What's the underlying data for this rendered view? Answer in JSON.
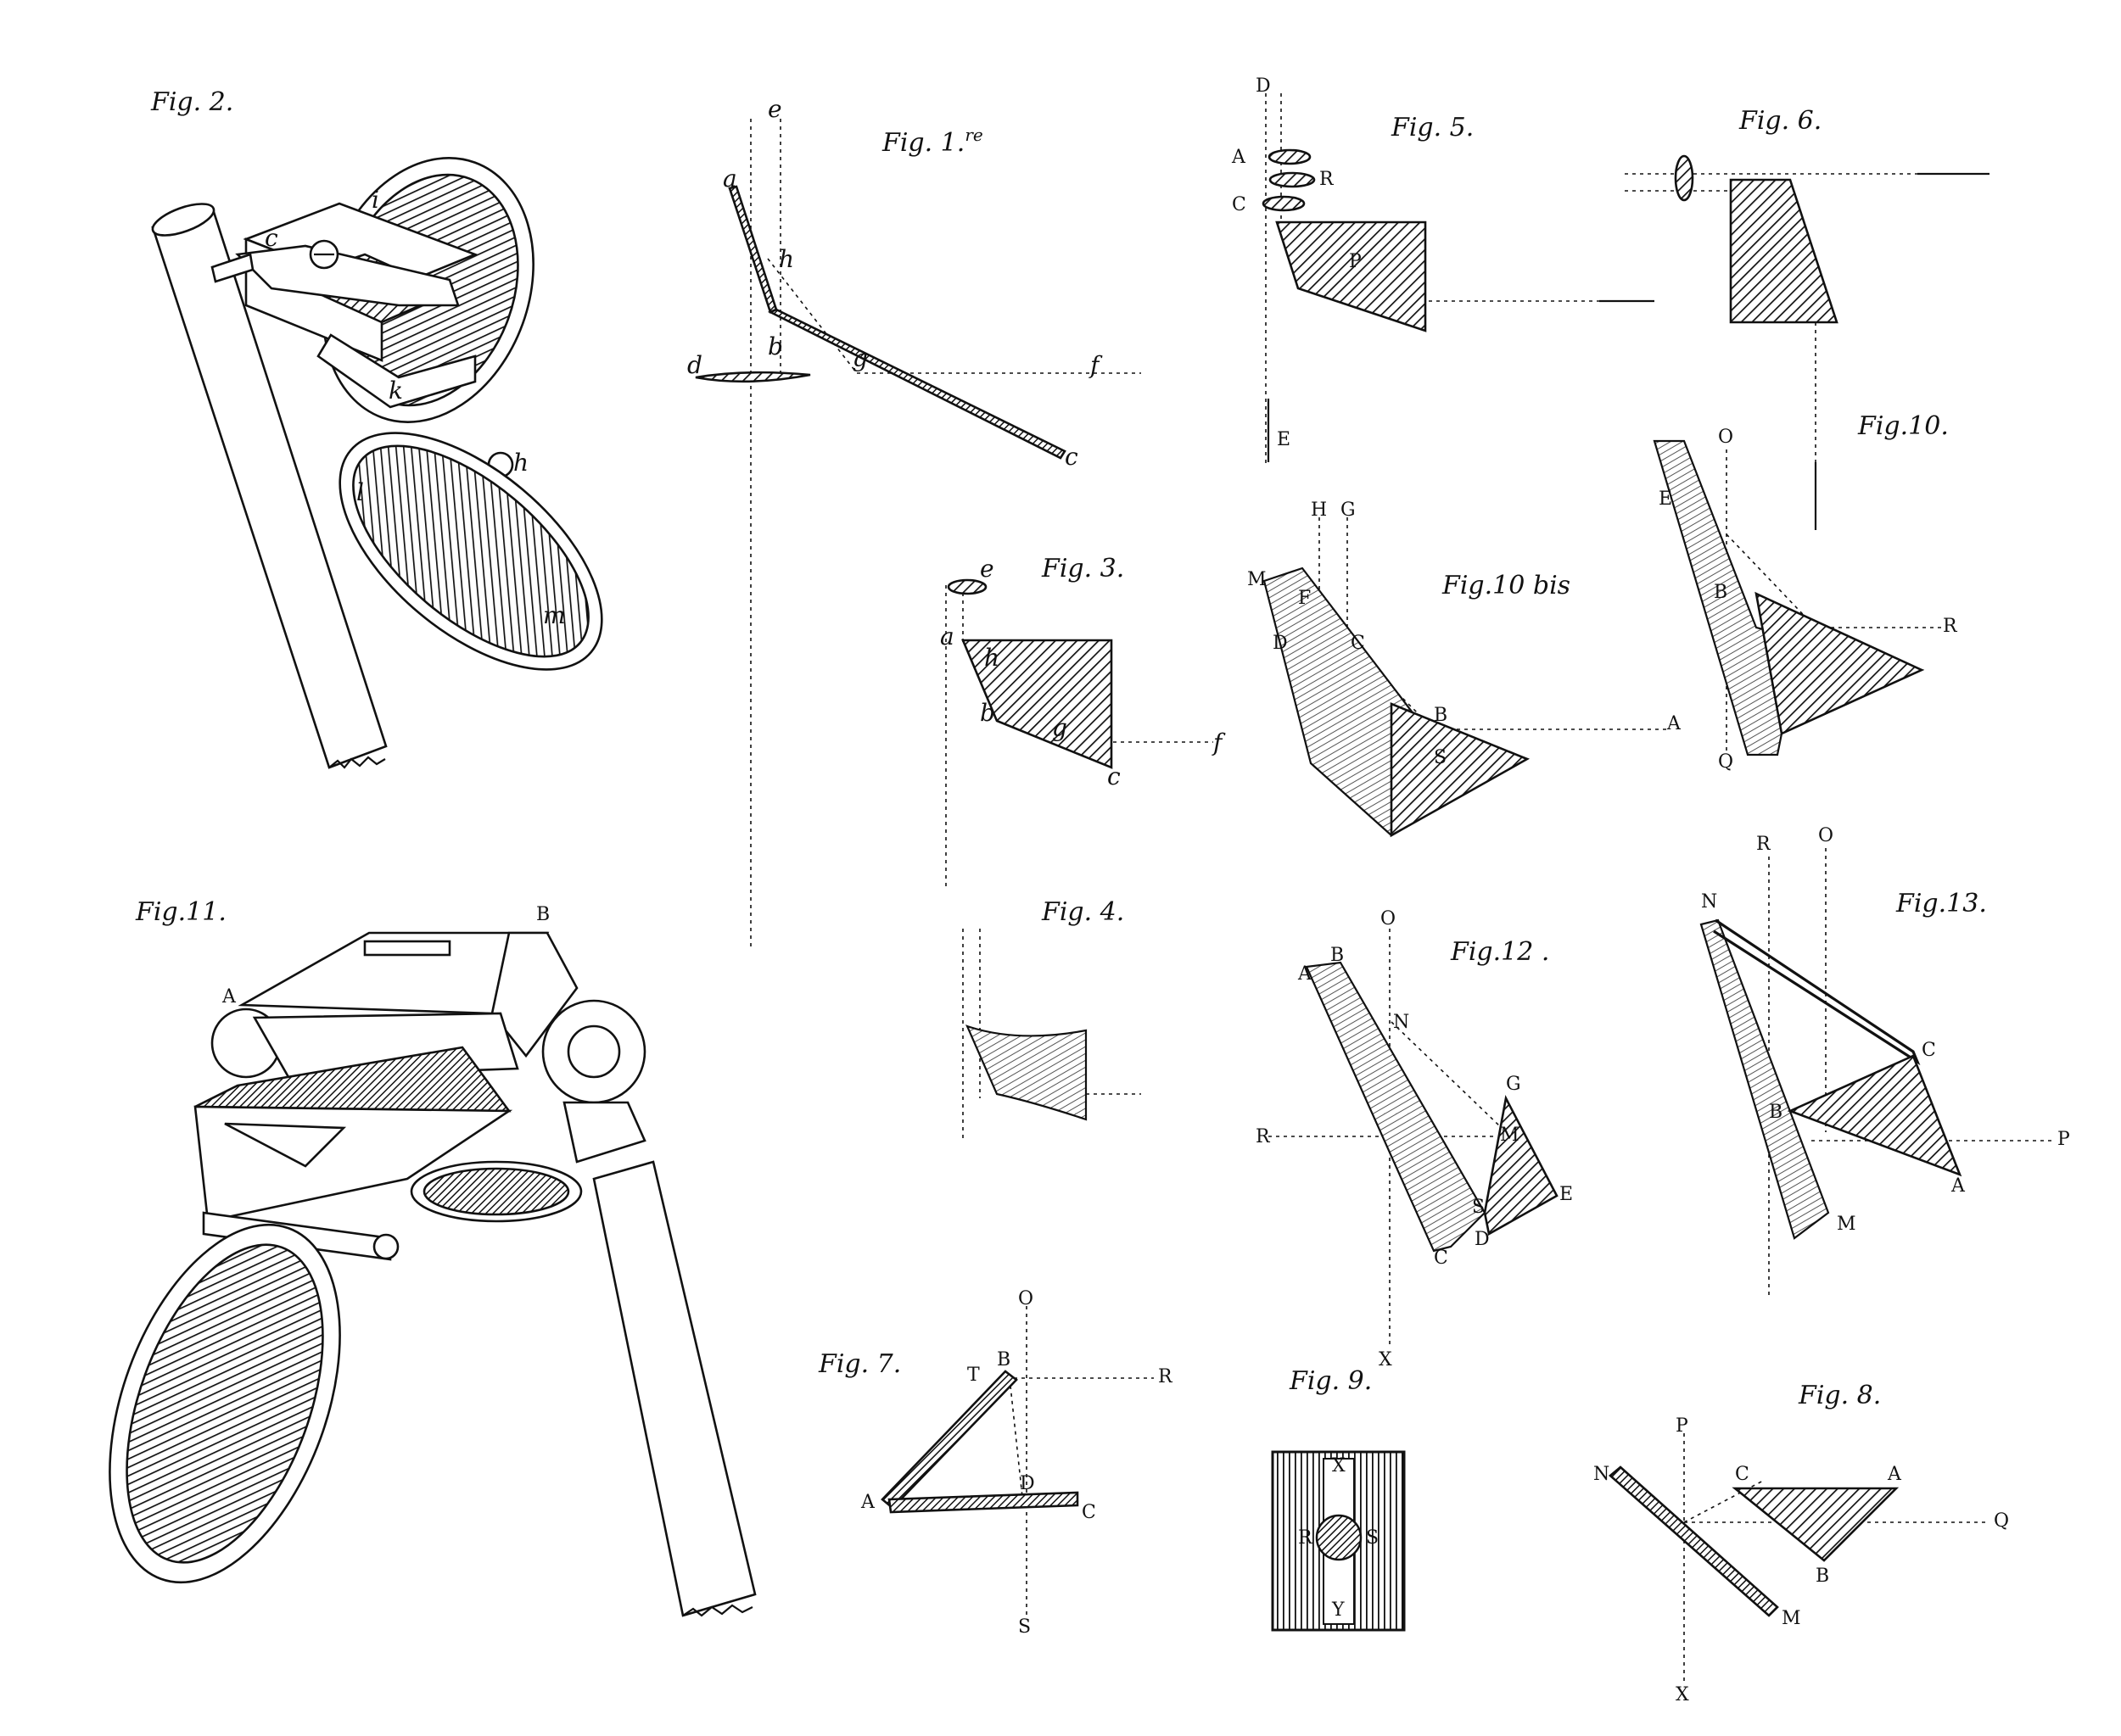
{
  "figures": {
    "fig1": {
      "caption": "Fig. 1.",
      "caption_sup": "re",
      "labels": [
        "a",
        "b",
        "c",
        "d",
        "e",
        "f",
        "g",
        "h"
      ]
    },
    "fig2": {
      "caption": "Fig. 2.",
      "labels": [
        "c",
        "h",
        "i",
        "k",
        "l",
        "m"
      ]
    },
    "fig3": {
      "caption": "Fig. 3.",
      "labels": [
        "a",
        "b",
        "c",
        "e",
        "f",
        "g",
        "h"
      ]
    },
    "fig4": {
      "caption": "Fig. 4."
    },
    "fig5": {
      "caption": "Fig. 5.",
      "labels": [
        "A",
        "C",
        "D",
        "E",
        "P",
        "R"
      ]
    },
    "fig6": {
      "caption": "Fig. 6."
    },
    "fig7": {
      "caption": "Fig. 7.",
      "labels": [
        "A",
        "B",
        "C",
        "D",
        "O",
        "R",
        "S",
        "T"
      ]
    },
    "fig8": {
      "caption": "Fig. 8.",
      "labels": [
        "A",
        "B",
        "C",
        "M",
        "N",
        "P",
        "Q",
        "X"
      ]
    },
    "fig9": {
      "caption": "Fig. 9.",
      "labels": [
        "R",
        "S",
        "X",
        "Y"
      ]
    },
    "fig10": {
      "caption": "Fig.10.",
      "labels": [
        "B",
        "E",
        "O",
        "Q",
        "R"
      ]
    },
    "fig10bis": {
      "caption": "Fig.10 bis",
      "labels": [
        "A",
        "B",
        "C",
        "D",
        "F",
        "G",
        "H",
        "M",
        "S"
      ]
    },
    "fig11": {
      "caption": "Fig.11.",
      "labels": [
        "A",
        "B"
      ]
    },
    "fig12": {
      "caption": "Fig.12 .",
      "labels": [
        "A",
        "B",
        "C",
        "D",
        "E",
        "G",
        "M",
        "N",
        "O",
        "R",
        "S",
        "X"
      ]
    },
    "fig13": {
      "caption": "Fig.13.",
      "labels": [
        "A",
        "B",
        "C",
        "M",
        "N",
        "O",
        "P",
        "R"
      ]
    }
  },
  "colors": {
    "ink": "#111111",
    "paper": "#ffffff"
  }
}
